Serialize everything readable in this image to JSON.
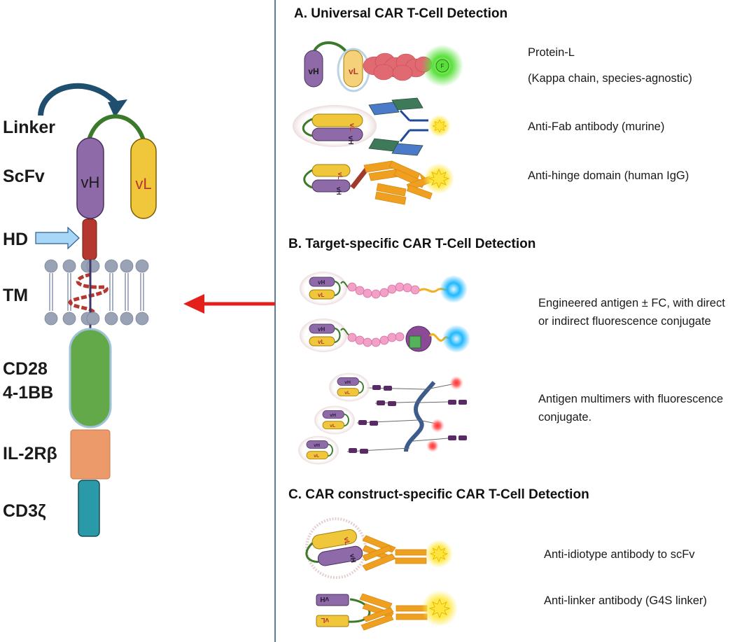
{
  "structure": {
    "labels": {
      "linker": "Linker",
      "scfv": "ScFv",
      "hd": "HD",
      "tm": "TM",
      "cd28": "CD28",
      "bb41": "4-1BB",
      "il2rb": "IL-2Rβ",
      "cd3z": "CD3ζ",
      "vh": "vH",
      "vl": "vL"
    }
  },
  "sections": {
    "a": {
      "title": "A. Universal CAR T-Cell Detection",
      "items": [
        {
          "line1": "Protein-L",
          "line2": "(Kappa chain, species-agnostic)"
        },
        {
          "line1": "Anti-Fab antibody (murine)"
        },
        {
          "line1": "Anti-hinge domain (human IgG)"
        }
      ]
    },
    "b": {
      "title": "B. Target-specific CAR T-Cell Detection",
      "items": [
        {
          "line1": "Engineered antigen ± FC, with direct",
          "line2": "or indirect fluorescence conjugate"
        },
        {
          "line1": "Antigen multimers with fluorescence",
          "line2": "conjugate."
        }
      ]
    },
    "c": {
      "title": "C. CAR construct-specific CAR T-Cell Detection",
      "items": [
        {
          "line1": "Anti-idiotype antibody to scFv"
        },
        {
          "line1": "Anti-linker antibody (G4S linker)"
        }
      ]
    }
  },
  "glyph_letters": {
    "f": "F"
  },
  "colors": {
    "vh": "#8e6aa8",
    "vl": "#f0c63a",
    "linker": "#3a7a2a",
    "hinge": "#b5382e",
    "membrane": "#9aa3b5",
    "signal_cd28": "#63a94a",
    "signal_il2rb": "#ec9a6a",
    "signal_cd3z": "#2a9aa8",
    "red_arrow": "#e3201b",
    "antibody": "#f0a020",
    "divider": "#2c4f6e"
  }
}
